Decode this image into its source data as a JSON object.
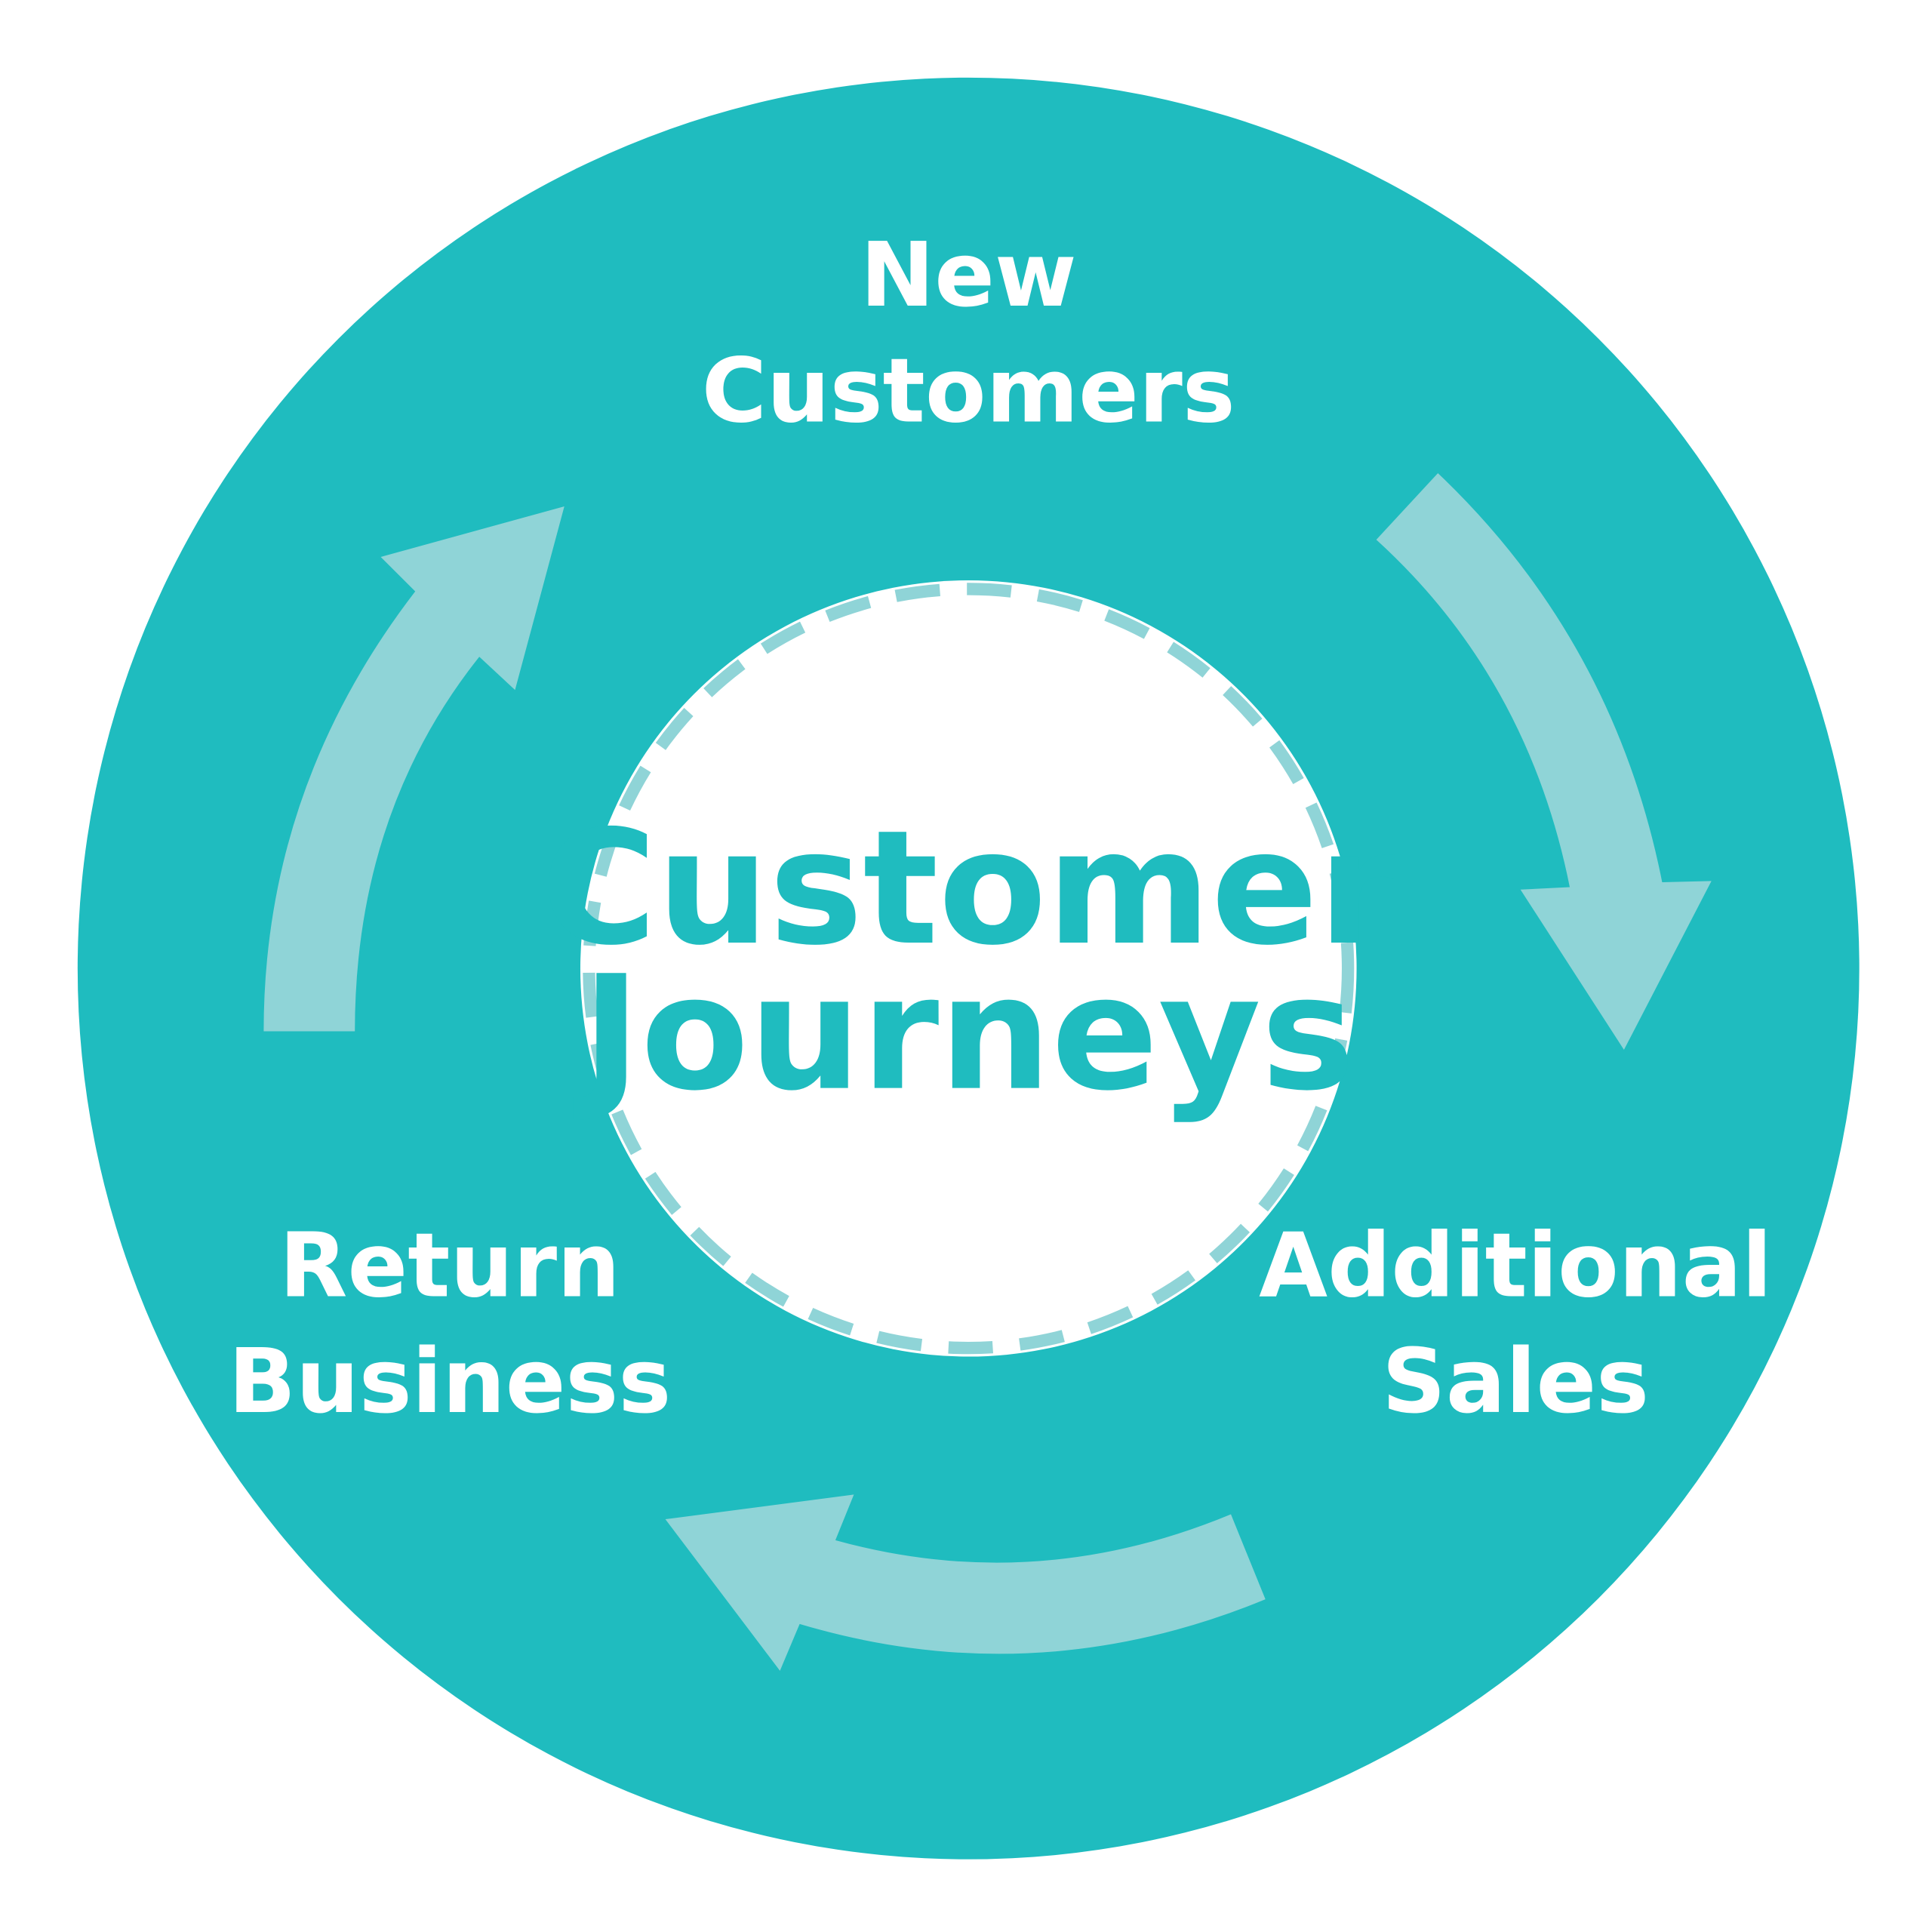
{
  "diagram": {
    "title": "Customer Journeys",
    "center": {
      "line1": "Customer",
      "line2": "Journeys"
    },
    "stages": [
      {
        "line1": "New",
        "line2": "Customers"
      },
      {
        "line1": "Additional",
        "line2": "Sales"
      },
      {
        "line1": "Return",
        "line2": "Business"
      }
    ],
    "flow": [
      "New Customers",
      "Additional Sales",
      "Return Business",
      "New Customers"
    ],
    "arrow_icons": [
      "arrow-clockwise-right-icon",
      "arrow-clockwise-bottom-icon",
      "arrow-clockwise-left-icon"
    ],
    "colors": {
      "ring": "#1FBCBF",
      "arrow": "#8FD4D7",
      "center_fill": "#FFFFFF",
      "center_text": "#1FBCBF",
      "dash": "#8FD4D7",
      "stage_text": "#FFFFFF"
    }
  }
}
